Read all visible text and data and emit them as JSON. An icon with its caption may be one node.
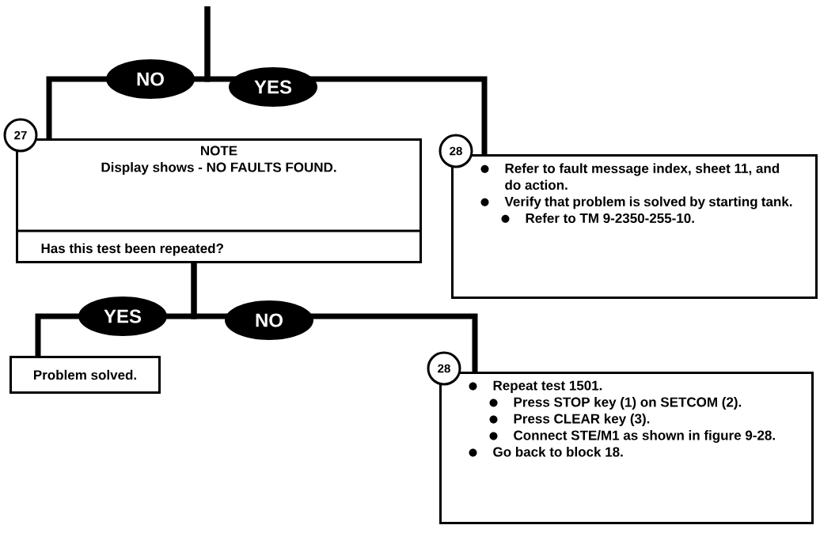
{
  "diagram": {
    "nodes": [
      {
        "text": [
          "NOTE",
          "Display shows - NO FAULTS FOUND.",
          "Has this test been repeated?"
        ],
        "beside": [
          "27"
        ]
      },
      {
        "text": [
          "Refer to fault message index, sheet 11, and do action.",
          "Verify that problem is solved by starting tank.",
          "Refer to TM 9-2350-255-10."
        ],
        "beside": [
          "28"
        ]
      },
      {
        "text": [
          "Problem solved."
        ]
      },
      {
        "text": [
          "Repeat test 1501.",
          "Press STOP key (1) on SETCOM (2).",
          "Press CLEAR key (3).",
          "Connect STE/M1 as shown in figure 9-28.",
          "Go back to block 18."
        ],
        "beside": [
          "28"
        ]
      }
    ],
    "edges": [
      {
        "from": null,
        "to": 0,
        "arrow": "none",
        "label": "NO"
      },
      {
        "from": null,
        "to": 1,
        "arrow": "none",
        "label": "YES"
      },
      {
        "from": 0,
        "to": 2,
        "arrow": "none",
        "label": "YES"
      },
      {
        "from": 0,
        "to": 3,
        "arrow": "none",
        "label": "NO"
      }
    ]
  }
}
